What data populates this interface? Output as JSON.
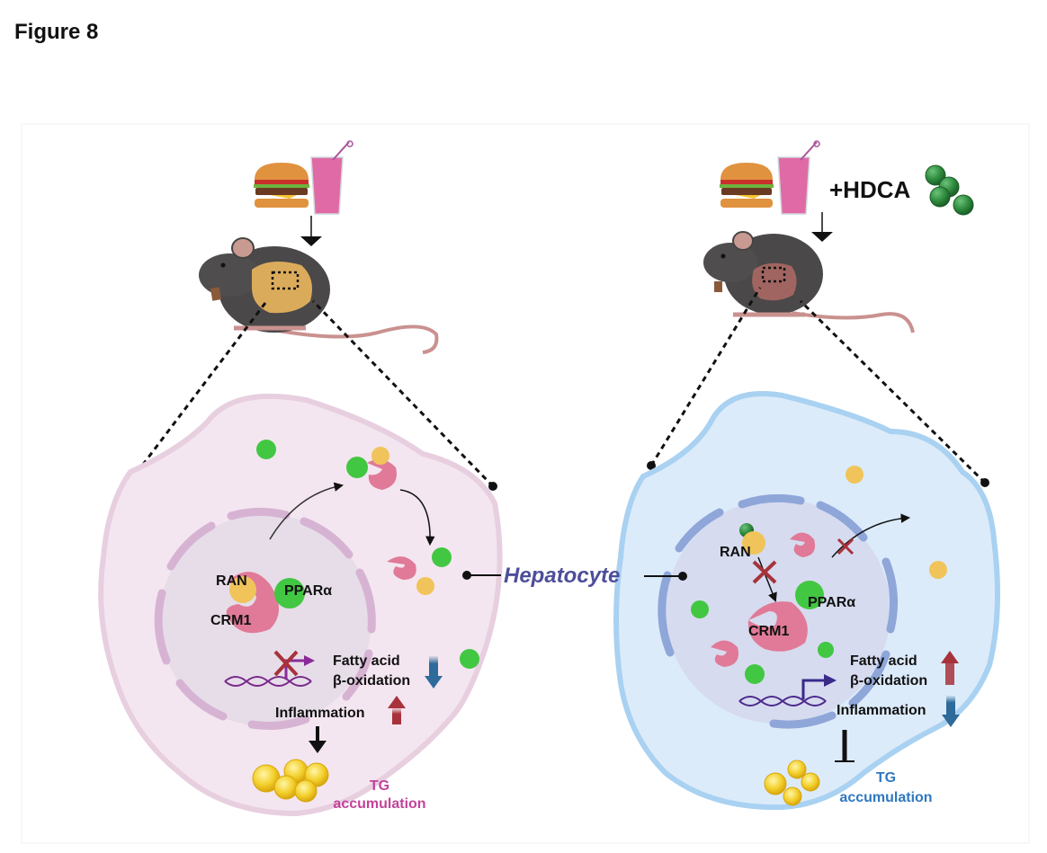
{
  "figure_title": "Figure 8",
  "colors": {
    "left_cell_fill": "#f4e6f0",
    "left_cell_border": "#e7cfe0",
    "left_nucleus_fill": "#e6dde8",
    "left_envelope": "#d7b3d3",
    "right_cell_fill": "#dcebfa",
    "right_cell_border": "#a9d1f1",
    "right_nucleus_fill": "#d6dbef",
    "right_envelope": "#8fa6d9",
    "crm1": "#e07a98",
    "ppara": "#42c742",
    "ran": "#f0c45a",
    "hdca": "#2e8b3e",
    "tg": "#f3d02c",
    "tg_left_label": "#c2439a",
    "tg_right_label": "#2f78c0",
    "hepatocyte_label": "#4d4e9a",
    "up_arrow": "#a8323a",
    "down_arrow": "#2e6a9a",
    "block_x": "#a8323a",
    "dna": "#7a2a8c",
    "promoter_arrow_left": "#8a2a9a",
    "promoter_arrow_right": "#3a2a8a"
  },
  "left_panel": {
    "condition": "high-fat diet + sugary drink",
    "labels": {
      "ran": "RAN",
      "crm1": "CRM1",
      "ppara": "PPARα",
      "fatty_acid_1": "Fatty acid",
      "fatty_acid_2": "β-oxidation",
      "inflammation": "Inflammation",
      "tg_1": "TG",
      "tg_2": "accumulation"
    },
    "fatty_acid_trend": "down",
    "inflammation_trend": "up",
    "tg_relation": "promotes"
  },
  "right_panel": {
    "treatment_label": "+HDCA",
    "labels": {
      "ran": "RAN",
      "crm1": "CRM1",
      "ppara": "PPARα",
      "fatty_acid_1": "Fatty acid",
      "fatty_acid_2": "β-oxidation",
      "inflammation": "Inflammation",
      "tg_1": "TG",
      "tg_2": "accumulation"
    },
    "fatty_acid_trend": "up",
    "inflammation_trend": "down",
    "tg_relation": "inhibits"
  },
  "center_label": "Hepatocyte"
}
